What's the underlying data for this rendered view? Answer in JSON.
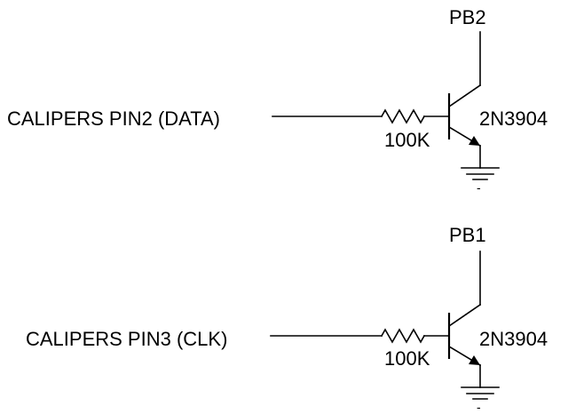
{
  "circuits": [
    {
      "input_label": "CALIPERS PIN2 (DATA)",
      "resistor_value": "100K",
      "transistor_part": "2N3904",
      "collector_net": "PB2",
      "ground_sign": "-"
    },
    {
      "input_label": "CALIPERS PIN3 (CLK)",
      "resistor_value": "100K",
      "transistor_part": "2N3904",
      "collector_net": "PB1",
      "ground_sign": "-"
    }
  ]
}
